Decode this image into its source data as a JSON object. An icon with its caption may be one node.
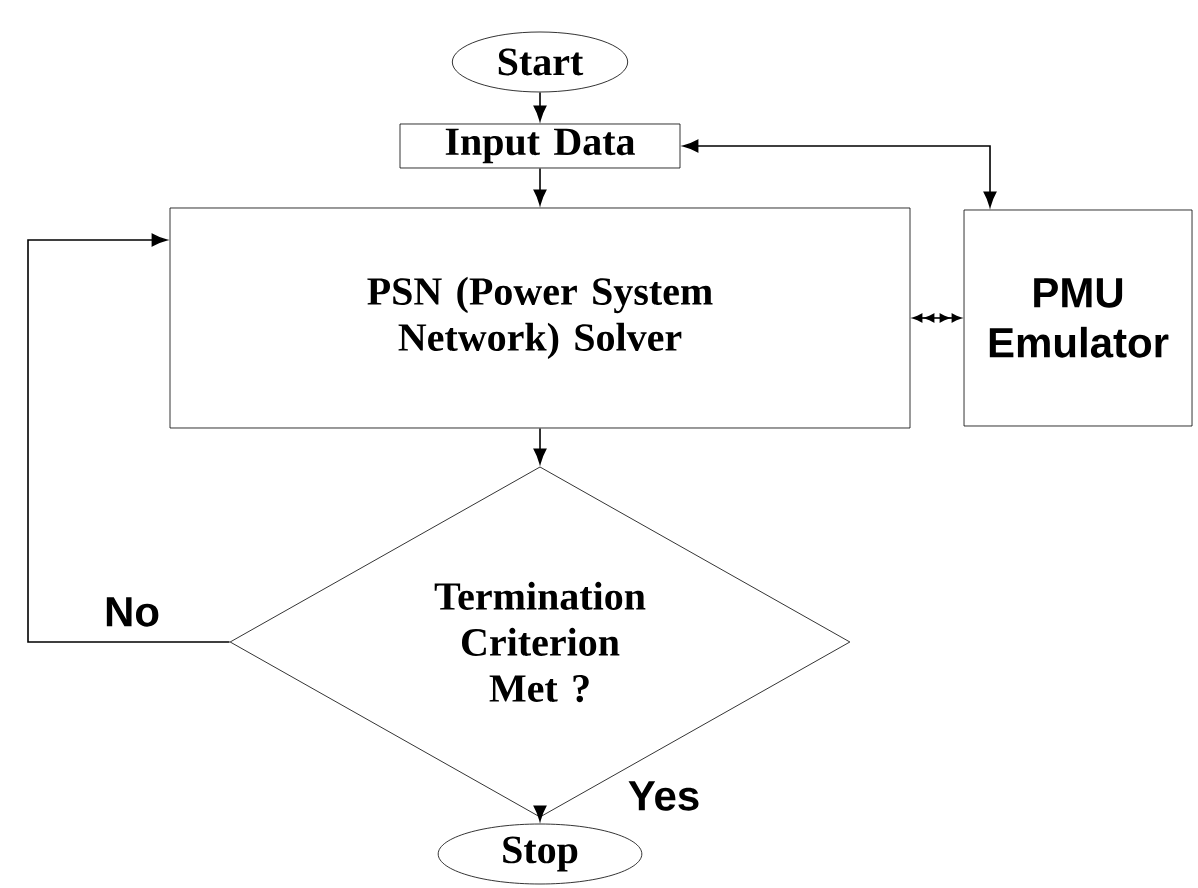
{
  "diagram": {
    "nodes": [
      {
        "text": [
          "Start"
        ]
      },
      {
        "text": [
          "Input Data"
        ]
      },
      {
        "text": [
          "PSN (Power System Network) Solver"
        ]
      },
      {
        "text": [
          "PMU Emulator"
        ]
      },
      {
        "text": [
          "Termination Criterion Met ?"
        ]
      },
      {
        "text": [
          "Stop"
        ]
      }
    ],
    "edges": [
      {
        "from": 0,
        "to": 1,
        "arrow": "to"
      },
      {
        "from": 1,
        "to": 2,
        "arrow": "to"
      },
      {
        "from": 1,
        "to": 3,
        "arrow": "both"
      },
      {
        "from": 2,
        "to": 3,
        "arrow": "both"
      },
      {
        "from": 2,
        "to": 4,
        "arrow": "to"
      },
      {
        "from": 4,
        "to": 2,
        "arrow": "to",
        "label": "No"
      },
      {
        "from": 4,
        "to": 5,
        "arrow": "to",
        "label": "Yes"
      }
    ]
  }
}
